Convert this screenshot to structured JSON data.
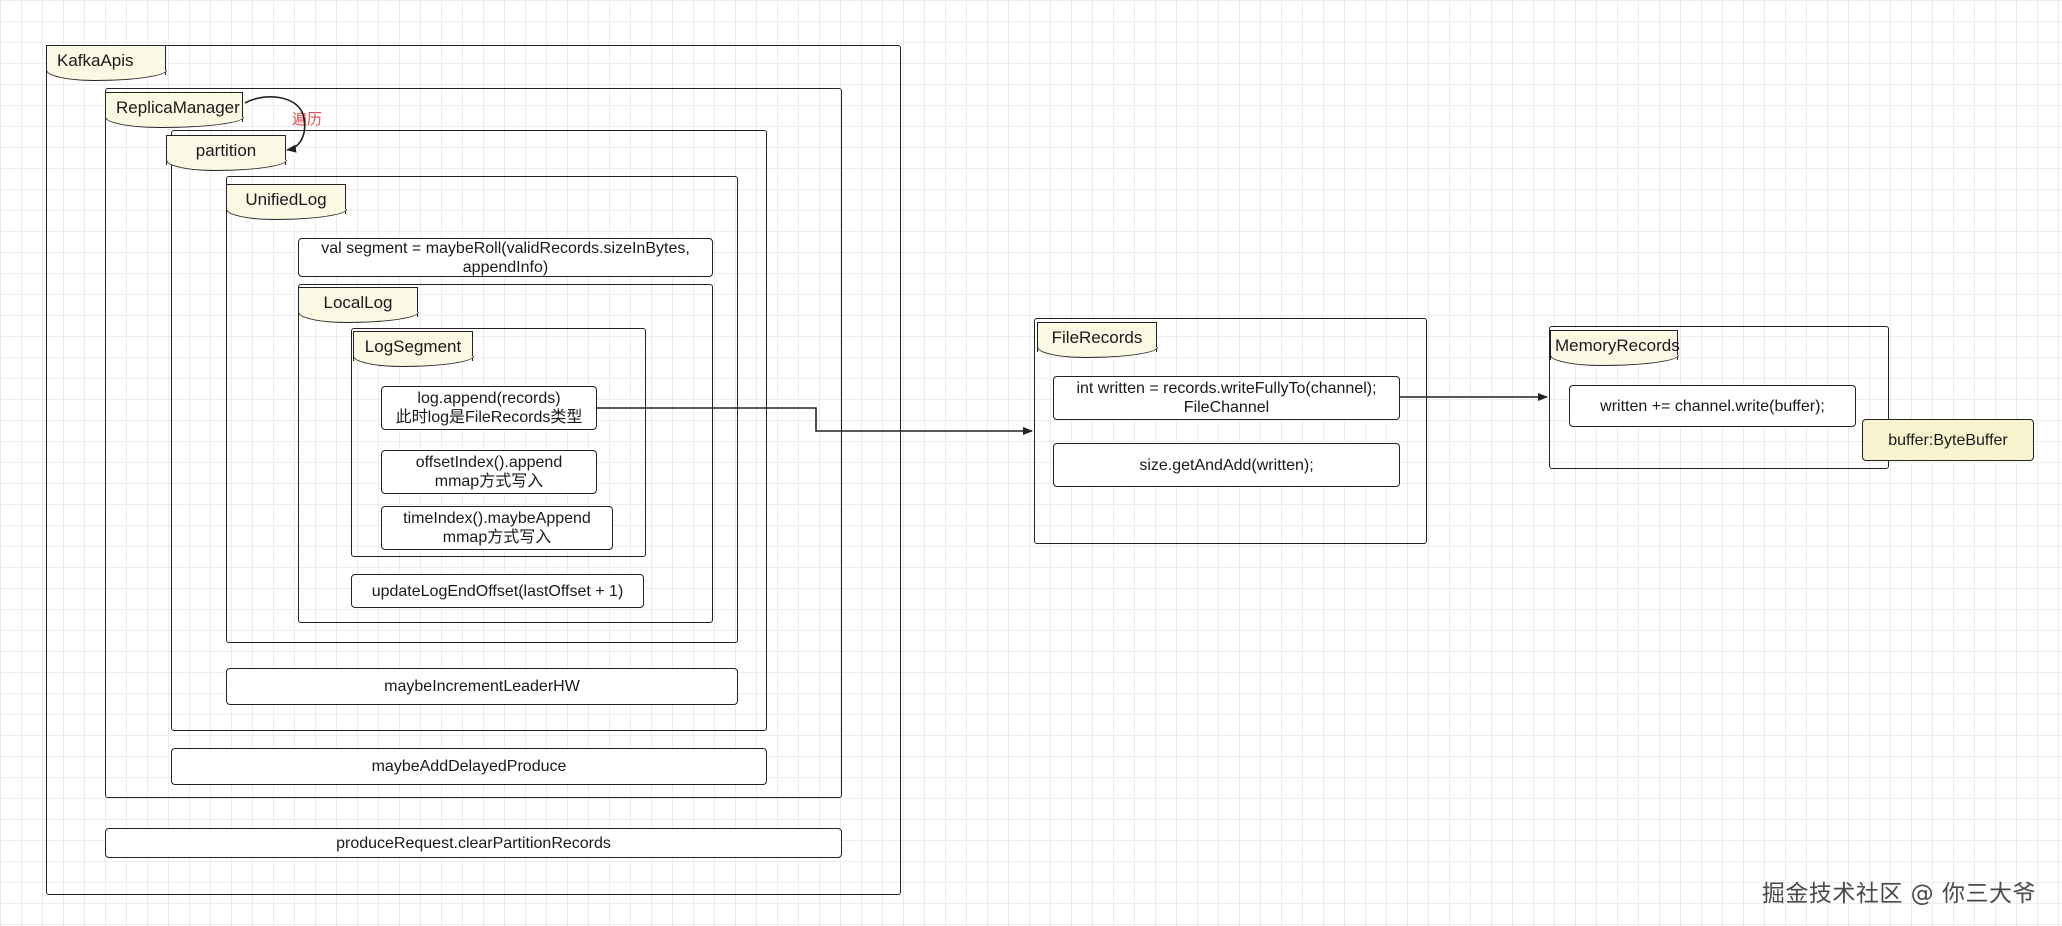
{
  "containers": {
    "kafka_apis": "KafkaApis",
    "replica_manager": "ReplicaManager",
    "partition": "partition",
    "unified_log": "UnifiedLog",
    "local_log": "LocalLog",
    "log_segment": "LogSegment",
    "file_records": "FileRecords",
    "memory_records": "MemoryRecords"
  },
  "annotation": {
    "iterate": "遍历"
  },
  "steps": {
    "maybe_roll": "val segment = maybeRoll(validRecords.sizeInBytes,\nappendInfo)",
    "log_append": "log.append(records)\n此时log是FileRecords类型",
    "offset_index_append": "offsetIndex().append\nmmap方式写入",
    "time_index_append": "timeIndex().maybeAppend\nmmap方式写入",
    "update_log_end_offset": "updateLogEndOffset(lastOffset + 1)",
    "maybe_increment_leader_hw": "maybeIncrementLeaderHW",
    "maybe_add_delayed_produce": "maybeAddDelayedProduce",
    "clear_partition_records": "produceRequest.clearPartitionRecords",
    "write_fully_to": "int written = records.writeFullyTo(channel);\nFileChannel",
    "get_and_add": "size.getAndAdd(written);",
    "channel_write": "written += channel.write(buffer);",
    "byte_buffer": "buffer:ByteBuffer"
  },
  "watermark": "掘金技术社区 @ 你三大爷",
  "colors": {
    "tag_fill": "#fbf8e4",
    "note": "#e0524f",
    "stroke": "#222222",
    "grid": "#ededed"
  }
}
